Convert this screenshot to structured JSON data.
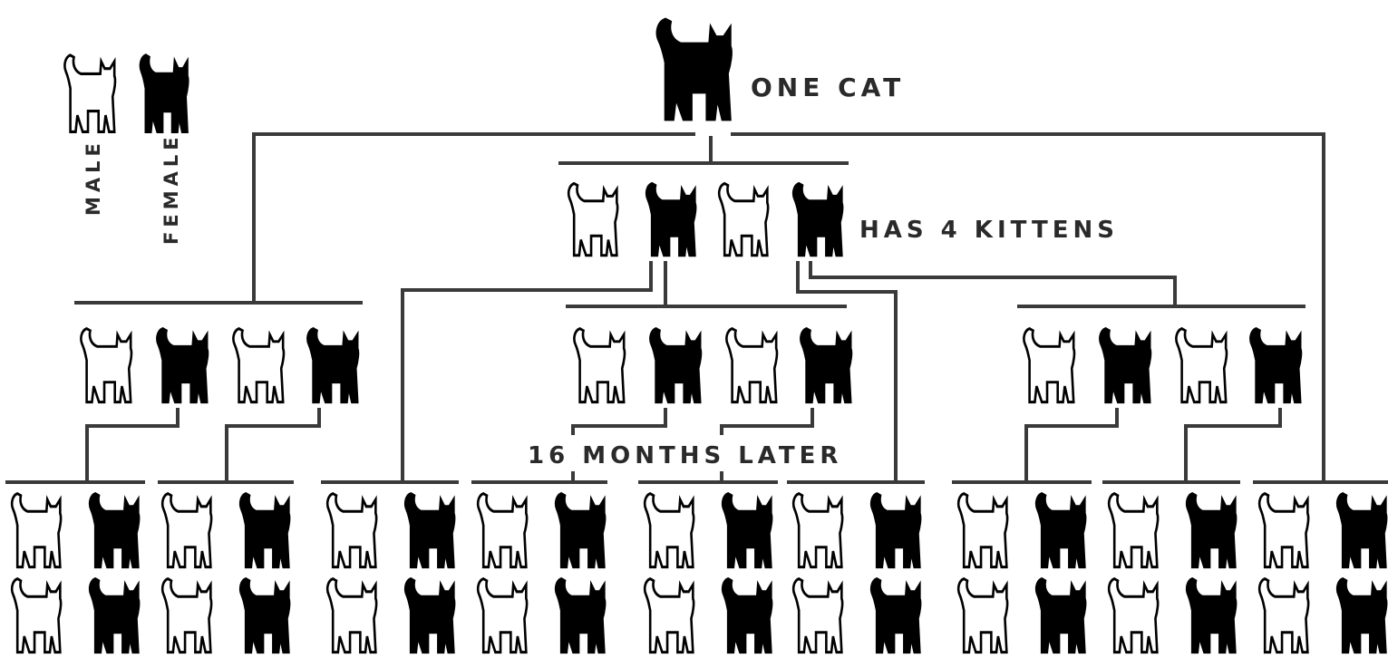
{
  "legend": {
    "male": "MALE",
    "female": "FEMALE"
  },
  "labels": {
    "one_cat": "ONE CAT",
    "has_kittens": "HAS 4 KITTENS",
    "later": "16 MONTHS LATER"
  },
  "colors": {
    "line": "#3a3a3a",
    "male_fill": "#ffffff",
    "female_fill": "#000000",
    "text": "#2a2a2a"
  },
  "icons": {
    "male": "male-cat-icon",
    "female": "female-cat-icon"
  },
  "counts": {
    "generation_1": 1,
    "generation_2": 4,
    "generation_3": 12,
    "generation_4": 36
  }
}
